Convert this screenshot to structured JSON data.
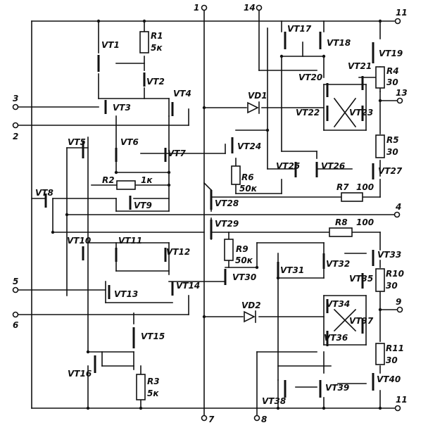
{
  "pins": [
    "1",
    "14",
    "11",
    "3",
    "2",
    "13",
    "4",
    "5",
    "6",
    "9",
    "11",
    "7",
    "8"
  ],
  "transistors": [
    "VT1",
    "VT2",
    "VT3",
    "VT4",
    "VT5",
    "VT6",
    "VT7",
    "VT8",
    "VT9",
    "VT10",
    "VT11",
    "VT12",
    "VT13",
    "VT14",
    "VT15",
    "VT16",
    "VT17",
    "VT18",
    "VT19",
    "VT20",
    "VT21",
    "VT22",
    "VT23",
    "VT24",
    "VT25",
    "VT26",
    "VT27",
    "VT28",
    "VT29",
    "VT30",
    "VT31",
    "VT32",
    "VT33",
    "VT34",
    "VT35",
    "VT36",
    "VT37",
    "VT38",
    "VT39",
    "VT40"
  ],
  "resistors": [
    {
      "name": "R1",
      "value": "5к"
    },
    {
      "name": "R2",
      "value": "1к"
    },
    {
      "name": "R3",
      "value": "5к"
    },
    {
      "name": "R4",
      "value": "30"
    },
    {
      "name": "R5",
      "value": "30"
    },
    {
      "name": "R6",
      "value": "50к"
    },
    {
      "name": "R7",
      "value": "100"
    },
    {
      "name": "R8",
      "value": "100"
    },
    {
      "name": "R9",
      "value": "50к"
    },
    {
      "name": "R10",
      "value": "30"
    },
    {
      "name": "R11",
      "value": "30"
    }
  ],
  "diodes": [
    "VD1",
    "VD2"
  ]
}
